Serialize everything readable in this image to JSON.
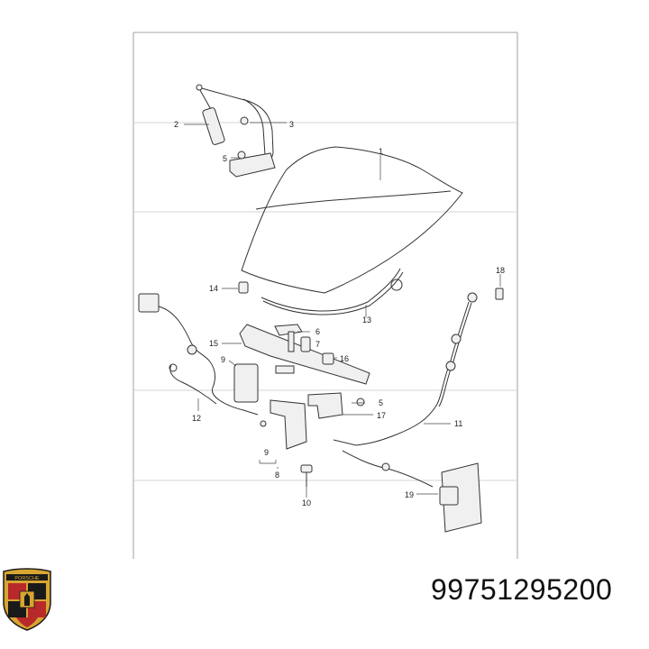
{
  "part_number": "99751295200",
  "brand_logo": {
    "icon": "porsche-crest-icon",
    "lettering": "PORSCHE",
    "colors": {
      "gold": "#d7a531",
      "red": "#b8292b",
      "black": "#1a1a1a"
    }
  },
  "callouts": {
    "c1": "1",
    "c2": "2",
    "c3": "3",
    "c5a": "5",
    "c5b": "5",
    "c6": "6",
    "c7": "7",
    "c8": "8",
    "c9a": "9",
    "c9b": "9",
    "c10": "10",
    "c11": "11",
    "c12": "12",
    "c13": "13",
    "c14": "14",
    "c15": "15",
    "c16": "16",
    "c17": "17",
    "c18": "18",
    "c19": "19"
  }
}
